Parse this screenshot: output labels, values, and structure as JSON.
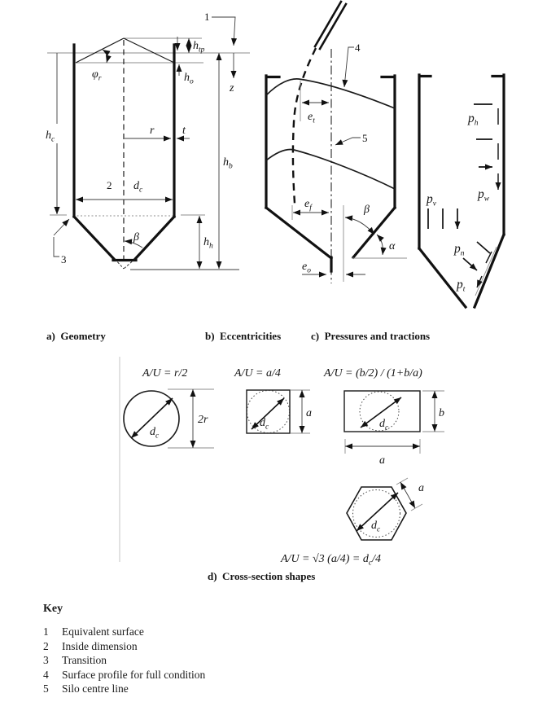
{
  "captions": {
    "a": "a)  Geometry",
    "b": "b)  Eccentricities",
    "c": "c)  Pressures and tractions",
    "d": "d)  Cross-section shapes"
  },
  "geometry": {
    "ref1": "1",
    "ref2": "2",
    "ref3": "3",
    "h_tp": {
      "base": "h",
      "sub": "tp"
    },
    "h_o": {
      "base": "h",
      "sub": "o"
    },
    "z": "z",
    "phi_r": {
      "base": "φ",
      "sub": "r"
    },
    "h_c": {
      "base": "h",
      "sub": "c"
    },
    "r": "r",
    "t": "t",
    "d_c": {
      "base": "d",
      "sub": "c"
    },
    "beta": "β",
    "h_h": {
      "base": "h",
      "sub": "h"
    },
    "h_b": {
      "base": "h",
      "sub": "b"
    }
  },
  "ecc": {
    "ref4": "4",
    "ref5": "5",
    "e_t": {
      "base": "e",
      "sub": "t"
    },
    "e_f": {
      "base": "e",
      "sub": "f"
    },
    "e_o": {
      "base": "e",
      "sub": "o"
    },
    "beta": "β",
    "alpha": "α"
  },
  "press": {
    "p_h": {
      "base": "p",
      "sub": "h"
    },
    "p_w": {
      "base": "p",
      "sub": "w"
    },
    "p_v": {
      "base": "p",
      "sub": "v"
    },
    "p_n": {
      "base": "p",
      "sub": "n"
    },
    "p_t": {
      "base": "p",
      "sub": "t"
    }
  },
  "xs": {
    "circle_formula": "A/U = r/2",
    "square_formula": "A/U = a/4",
    "rect_formula": "A/U = (b/2) / (1+b/a)",
    "hex_pre": "A/U = √3 (a/4) = d",
    "hex_sub": "c",
    "hex_post": "/4",
    "dim_2r": "2r",
    "dim_a_square": "a",
    "dim_b": "b",
    "dim_a_rect": "a",
    "dim_a_hex": "a",
    "d_c": {
      "base": "d",
      "sub": "c"
    }
  },
  "key": {
    "title": "Key",
    "items": [
      {
        "num": "1",
        "text": "Equivalent surface"
      },
      {
        "num": "2",
        "text": "Inside dimension"
      },
      {
        "num": "3",
        "text": "Transition"
      },
      {
        "num": "4",
        "text": "Surface profile for full condition"
      },
      {
        "num": "5",
        "text": "Silo centre line"
      }
    ]
  }
}
